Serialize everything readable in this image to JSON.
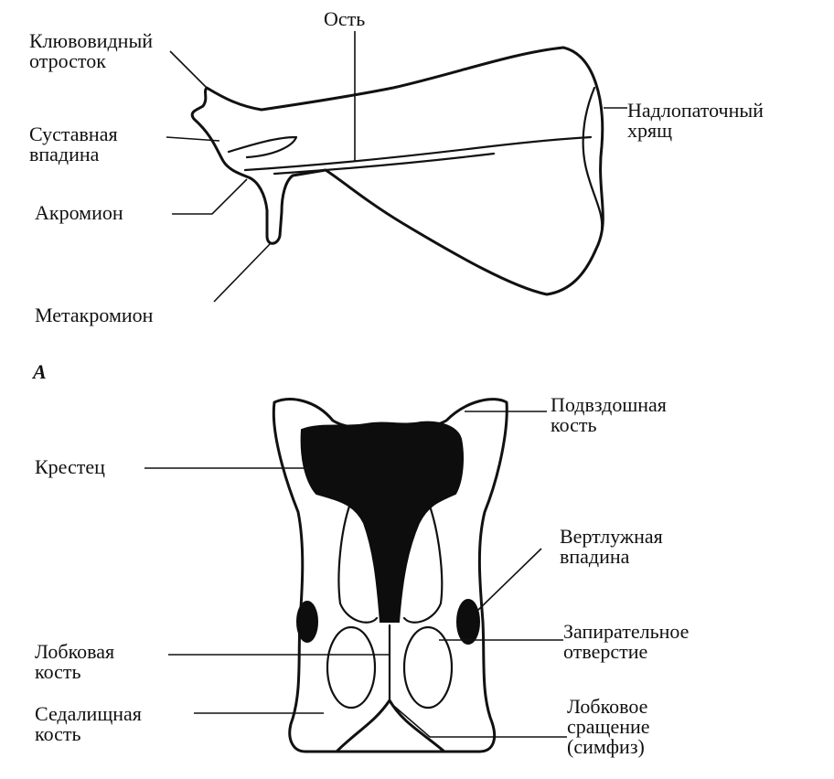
{
  "scapula": {
    "labels": {
      "coracoid": [
        "Клювовидный",
        "отросток"
      ],
      "spine": "Ость",
      "glenoid": [
        "Суставная",
        "впадина"
      ],
      "cartilage": [
        "Надлопаточный",
        "хрящ"
      ],
      "acromion": "Акромион",
      "metacromion": "Метакромион"
    }
  },
  "panel_letter": "А",
  "pelvis": {
    "labels": {
      "ilium": [
        "Подвздошная",
        "кость"
      ],
      "sacrum": "Крестец",
      "acetabulum": [
        "Вертлужная",
        "впадина"
      ],
      "pubis": [
        "Лобковая",
        "кость"
      ],
      "obturator": [
        "Запирательное",
        "отверстие"
      ],
      "ischium": [
        "Седалищная",
        "кость"
      ],
      "symphysis": [
        "Лобковое",
        "сращение",
        "(симфиз)"
      ]
    }
  }
}
